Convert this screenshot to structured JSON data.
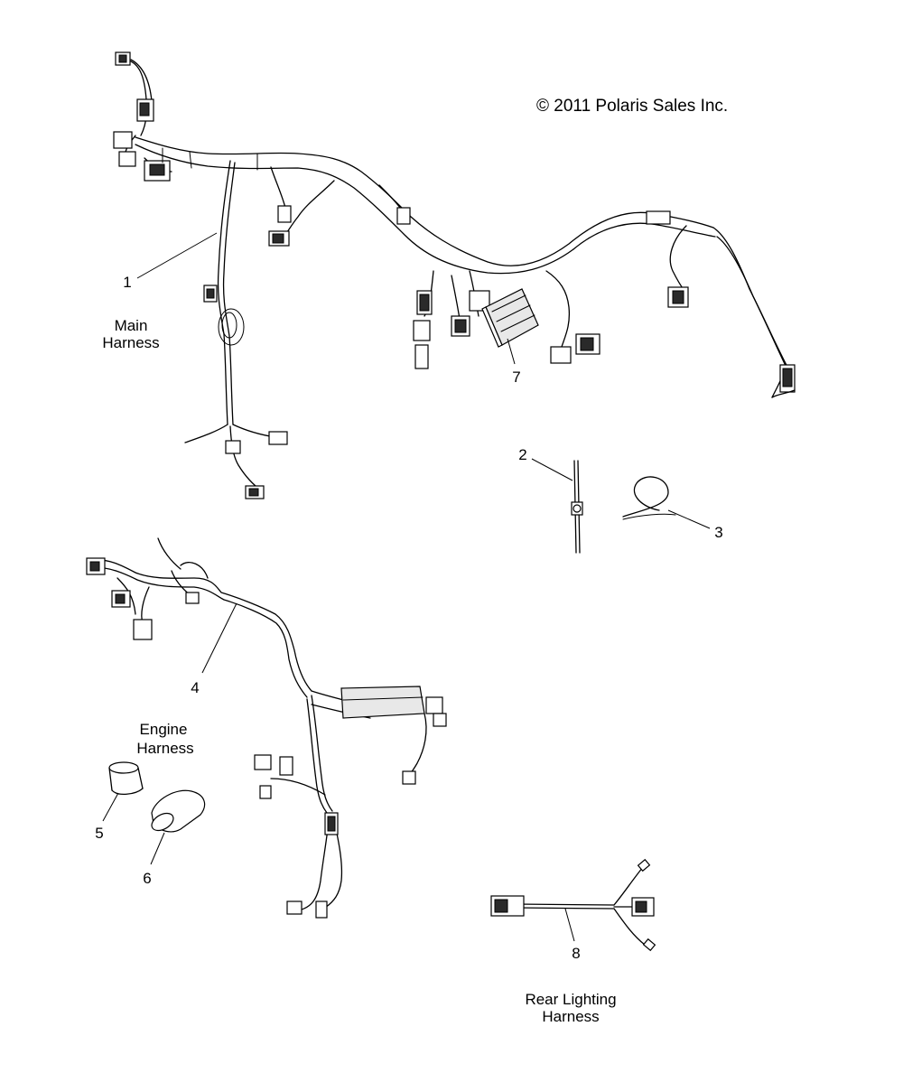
{
  "copyright": "© 2011 Polaris Sales Inc.",
  "callouts": {
    "c1": "1",
    "c2": "2",
    "c3": "3",
    "c4": "4",
    "c5": "5",
    "c6": "6",
    "c7": "7",
    "c8": "8"
  },
  "group_labels": {
    "main_line1": "Main",
    "main_line2": "Harness",
    "engine_line1": "Engine",
    "engine_line2": "Harness",
    "rear_line1": "Rear Lighting",
    "rear_line2": "Harness"
  }
}
